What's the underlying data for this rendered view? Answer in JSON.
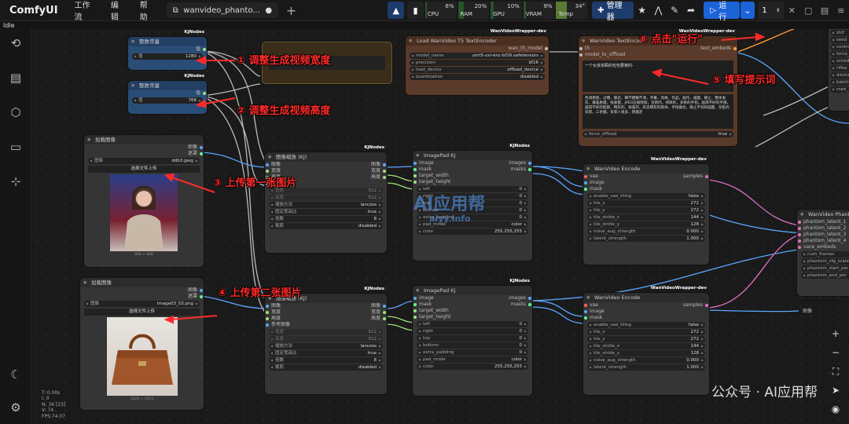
{
  "topbar": {
    "brand": "ComfyUI",
    "menus": [
      "工作流",
      "编辑",
      "帮助"
    ],
    "tab_label": "wanvideo_phanto...",
    "tab_modified": "●",
    "metrics": [
      {
        "label": "CPU",
        "percent": "6%",
        "fill": 0.06
      },
      {
        "label": "RAM",
        "percent": "20%",
        "fill": 0.2
      },
      {
        "label": "GPU",
        "percent": "10%",
        "fill": 0.1
      },
      {
        "label": "VRAM",
        "percent": "9%",
        "fill": 0.09
      },
      {
        "label": "Temp",
        "percent": "34°",
        "fill": 0.34
      }
    ],
    "manager_label": "管理器",
    "run_label": "运行",
    "run_count": "1"
  },
  "status": "Idle",
  "stats": {
    "t": "T: 0.00s",
    "i": "I: 0",
    "n": "N: 36 [23]",
    "v": "V: 74",
    "fps": "FPS:74.07"
  },
  "nodes": {
    "int1": {
      "tag": "KJNodes",
      "title": "整数常量",
      "output": "值",
      "widget_label": "值",
      "widget_value": "1280"
    },
    "int2": {
      "tag": "KJNodes",
      "title": "整数常量",
      "output": "值",
      "widget_label": "值",
      "widget_value": "768"
    },
    "load1": {
      "title": "加载图像",
      "out1": "图像",
      "out2": "遮罩",
      "widget_label": "图像",
      "widget_value": "ddb3.jpeg",
      "upload": "选择文件上传",
      "caption": "888 × 888"
    },
    "load2": {
      "title": "加载图像",
      "out1": "图像",
      "out2": "遮罩",
      "widget_label": "图像",
      "widget_value": "image03_53.png",
      "upload": "选择文件上传",
      "caption": "1024 × 1024"
    },
    "t5": {
      "tag": "WanVideoWrapper-dev",
      "title": "Load WanVideo T5 TextEncoder",
      "output": "wan_t5_model",
      "widgets": [
        [
          "model_name",
          "umt5-xxl-enc-bf16.safetensors"
        ],
        [
          "precision",
          "bf16"
        ],
        [
          "load_device",
          "offload_device"
        ],
        [
          "quantization",
          "disabled"
        ]
      ]
    },
    "textenc": {
      "tag": "WanVideoWrapper-dev",
      "title": "WanVideo TextEncode",
      "in1": "t5",
      "in2": "model_to_offload",
      "output": "text_embeds",
      "prompt": "一个女孩单瞬的包包要被的-",
      "negative": "色调艳丽，过曝，静态，细节模糊不清，字幕，风格，作品，画作，画面，静止，整体发灰，最差质量，低质量，JPEG压缩残留，丑陋的，残缺的，多余的手指，画得不好的手部，画得不好的脸部，畸形的，毁容的，形态畸形的肢体，手指融合，静止不动的画面，杂乱的背景，三条腿，背景人很多，倒着走",
      "force_offload_label": "force_offload",
      "force_offload_value": "true"
    },
    "resize1": {
      "tag": "KJNodes",
      "title": "图像缩放 (KJ)",
      "inputs": [
        "图像",
        "宽度",
        "高度",
        "参考图像"
      ],
      "outputs": [
        "图像",
        "宽度",
        "高度"
      ],
      "widgets": [
        [
          "宽度",
          "512"
        ],
        [
          "高度",
          "512"
        ],
        [
          "缩放方法",
          "lanczos"
        ],
        [
          "固定宽高比",
          "true"
        ],
        [
          "倍数",
          "8"
        ],
        [
          "裁剪",
          "disabled"
        ]
      ]
    },
    "resize2": {
      "tag": "KJNodes",
      "title": "图像缩放 (KJ)",
      "inputs": [
        "图像",
        "宽度",
        "高度",
        "参考图像"
      ],
      "outputs": [
        "图像",
        "宽度",
        "高度"
      ],
      "widgets": [
        [
          "宽度",
          "512"
        ],
        [
          "高度",
          "512"
        ],
        [
          "缩放方法",
          "lanczos"
        ],
        [
          "固定宽高比",
          "true"
        ],
        [
          "倍数",
          "8"
        ],
        [
          "裁剪",
          "disabled"
        ]
      ]
    },
    "pad1": {
      "tag": "KJNodes",
      "title": "ImagePad KJ",
      "inputs": [
        "image",
        "mask",
        "target_width",
        "target_height"
      ],
      "outputs": [
        "images",
        "masks"
      ],
      "widgets": [
        [
          "left",
          "0"
        ],
        [
          "right",
          "0"
        ],
        [
          "top",
          "0"
        ],
        [
          "bottom",
          "0"
        ],
        [
          "extra_padding",
          "0"
        ],
        [
          "pad_mode",
          "color"
        ],
        [
          "color",
          "255,255,255"
        ]
      ]
    },
    "pad2": {
      "tag": "KJNodes",
      "title": "ImagePad KJ",
      "inputs": [
        "image",
        "mask",
        "target_width",
        "target_height"
      ],
      "outputs": [
        "images",
        "masks"
      ],
      "widgets": [
        [
          "left",
          "0"
        ],
        [
          "right",
          "0"
        ],
        [
          "top",
          "0"
        ],
        [
          "bottom",
          "0"
        ],
        [
          "extra_padding",
          "0"
        ],
        [
          "pad_mode",
          "color"
        ],
        [
          "color",
          "255,255,255"
        ]
      ]
    },
    "enc1": {
      "tag": "WanVideoWrapper-dev",
      "title": "WanVideo Encode",
      "inputs": [
        "vae",
        "image",
        "mask"
      ],
      "output": "samples",
      "widgets": [
        [
          "enable_vae_tiling",
          "false"
        ],
        [
          "tile_x",
          "272"
        ],
        [
          "tile_y",
          "272"
        ],
        [
          "tile_stride_x",
          "144"
        ],
        [
          "tile_stride_y",
          "128"
        ],
        [
          "noise_aug_strength",
          "0.000"
        ],
        [
          "latent_strength",
          "1.000"
        ]
      ]
    },
    "enc2": {
      "tag": "WanVideoWrapper-dev",
      "title": "WanVideo Encode",
      "inputs": [
        "vae",
        "image",
        "mask"
      ],
      "output": "samples",
      "widgets": [
        [
          "enable_vae_tiling",
          "false"
        ],
        [
          "tile_x",
          "272"
        ],
        [
          "tile_y",
          "272"
        ],
        [
          "tile_stride_x",
          "144"
        ],
        [
          "tile_stride_y",
          "128"
        ],
        [
          "noise_aug_strength",
          "0.000"
        ],
        [
          "latent_strength",
          "1.000"
        ]
      ]
    },
    "phantom": {
      "title": "WanVideo Phanto",
      "inputs": [
        "phantom_latent_1",
        "phantom_latent_2",
        "phantom_latent_3",
        "phantom_latent_4",
        "vace_embeds"
      ],
      "widgets": [
        "num_frames",
        "phantom_cfg_scale",
        "phantom_start_per",
        "phantom_end_per"
      ],
      "below": "图像"
    },
    "right_stack": [
      "shif",
      "seed",
      "contro",
      "force_o",
      "schedu",
      "riflex",
      "device",
      "batche",
      "rope_"
    ]
  },
  "annotations": {
    "a1": "① 调整生成视频宽度",
    "a2": "② 调整生成视频高度",
    "a3": "③ 上传第一张图片",
    "a4": "④ 上传第二张图片",
    "a5": "⑤ 填写提示词",
    "a6": "⑥ 点击\"运行\""
  },
  "watermark": {
    "main": "AI应用帮",
    "sub": "aiyy.info",
    "corner": "公众号 · AI应用帮"
  },
  "colors": {
    "link_blue": "#5aa8ff",
    "link_pink": "#e070c0",
    "link_gray": "#bbbbbb",
    "accent": "#1c63d8",
    "annotation": "#ff2a2a"
  }
}
